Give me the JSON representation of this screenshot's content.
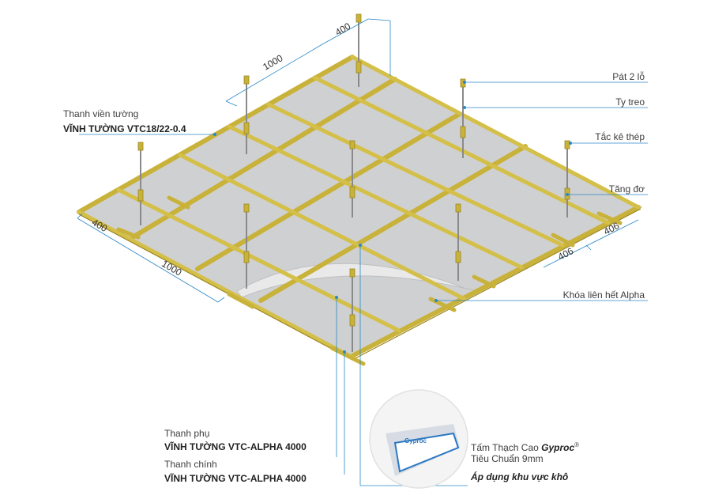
{
  "dimensions": {
    "top_400": "400",
    "top_1000": "1000",
    "left_400": "400",
    "left_1000": "1000",
    "right_406a": "406",
    "right_406b": "406"
  },
  "labels": {
    "wall_trim_title": "Thanh viền tường",
    "wall_trim_model": "VĨNH TƯỜNG VTC18/22-0.4",
    "pat_2_lo": "Pát 2 lỗ",
    "ty_treo": "Ty treo",
    "tac_ke_thep": "Tắc kê thép",
    "tang_do": "Tăng đơ",
    "khoa_lien_het": "Khóa liên hết Alpha",
    "cross_tee_title": "Thanh phụ",
    "cross_tee_model": "VĨNH TƯỜNG VTC-ALPHA 4000",
    "main_tee_title": "Thanh chính",
    "main_tee_model": "VĨNH TƯỜNG VTC-ALPHA 4000",
    "board_title_prefix": "Tấm Thạch Cao ",
    "board_brand": "Gyproc",
    "board_reg": "®",
    "board_standard": "Tiêu Chuẩn 9mm",
    "board_usage": "Áp dụng khu vực khô"
  },
  "colors": {
    "frame": "#c9b23a",
    "frame_dark": "#9c8722",
    "panel": "#cfd0d1",
    "leader": "#2b88c6",
    "hanger": "#8a8a8a"
  }
}
